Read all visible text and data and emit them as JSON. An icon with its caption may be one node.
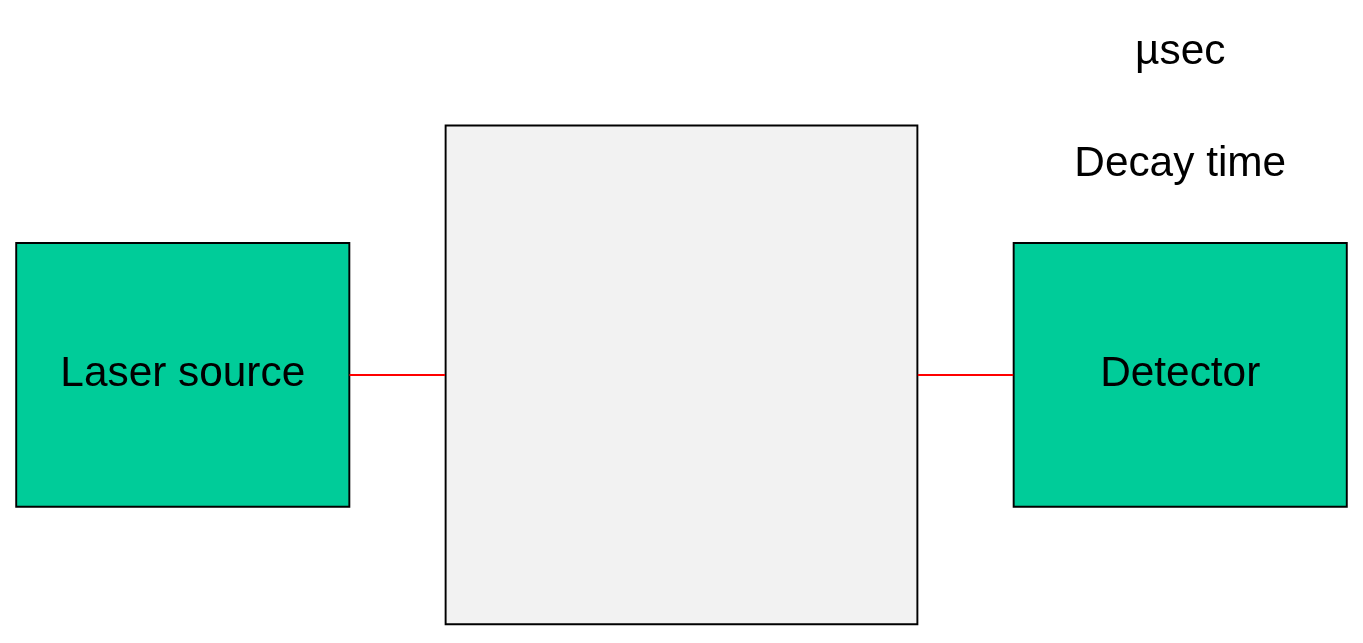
{
  "diagram": {
    "nodes": [
      {
        "text": [
          "Laser source"
        ]
      },
      {
        "text": [],
        "shape": "box"
      },
      {
        "text": [
          "Detector"
        ]
      }
    ],
    "edges": [
      {
        "from": 0,
        "to": 1,
        "arrow": "none",
        "color": "#ff0000"
      },
      {
        "from": 1,
        "to": 2,
        "arrow": "none",
        "color": "#ff0000"
      }
    ],
    "labels": [
      "Decay time",
      "µsec"
    ]
  }
}
